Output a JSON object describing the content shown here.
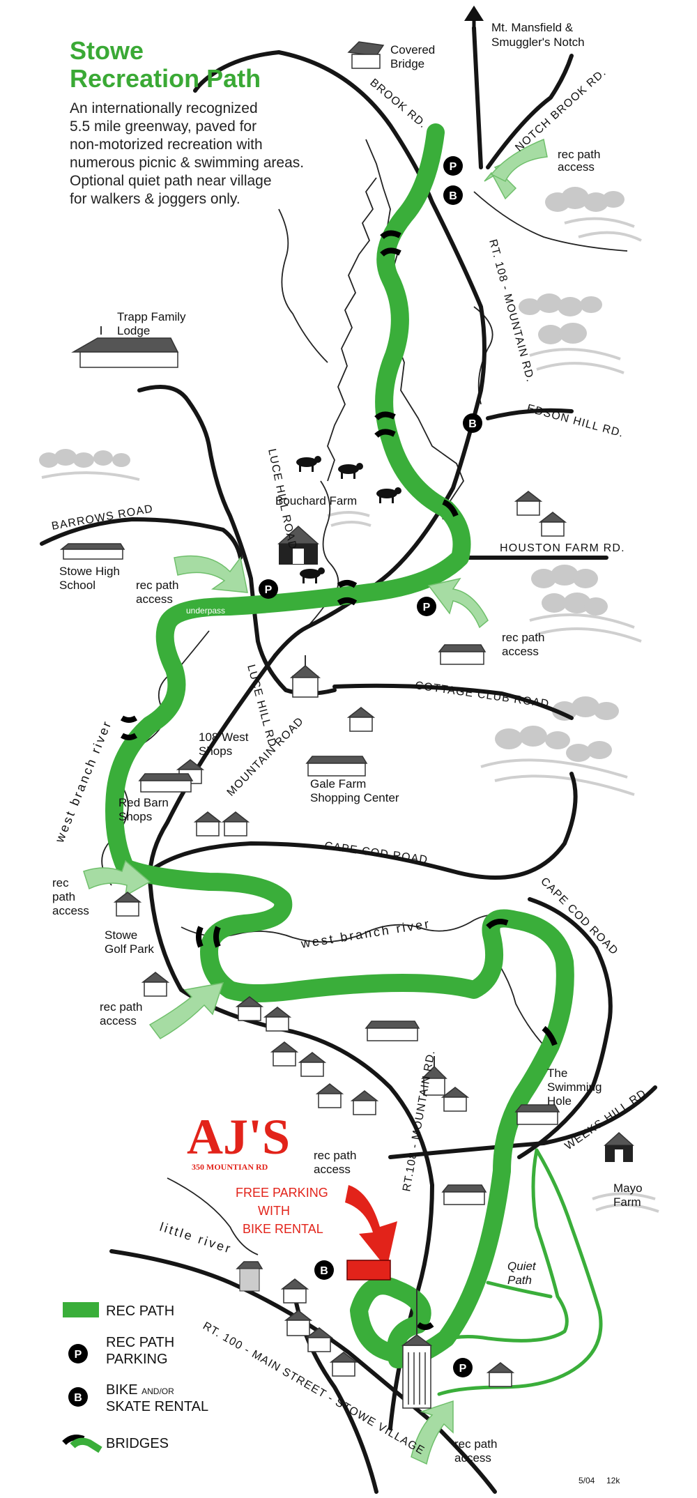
{
  "title": {
    "line1": "Stowe",
    "line2": "Recreation Path"
  },
  "intro": [
    "An internationally recognized",
    "5.5 mile greenway, paved for",
    "non-motorized recreation with",
    "numerous picnic & swimming areas.",
    "Optional quiet path near village",
    "for walkers & joggers only."
  ],
  "places": {
    "mt_mansfield": [
      "Mt. Mansfield &",
      "Smuggler's Notch"
    ],
    "covered_bridge": [
      "Covered",
      "Bridge"
    ],
    "trapp_lodge": [
      "Trapp Family",
      "Lodge"
    ],
    "bouchard_farm": "Bouchard Farm",
    "stowe_high_school": [
      "Stowe High",
      "School"
    ],
    "shops_108_west": [
      "108 West",
      "Shops"
    ],
    "red_barn_shops": [
      "Red Barn",
      "Shops"
    ],
    "gale_farm": [
      "Gale Farm",
      "Shopping Center"
    ],
    "stowe_golf_park": [
      "Stowe",
      "Golf Park"
    ],
    "swimming_hole": [
      "The",
      "Swimming",
      "Hole"
    ],
    "mayo_farm": [
      "Mayo",
      "Farm"
    ],
    "underpass": "underpass",
    "quiet_path": [
      "Quiet",
      "Path"
    ]
  },
  "roads": {
    "brook_rd": "BROOK RD.",
    "notch_brook_rd": "NOTCH BROOK RD.",
    "rt108_mountain_rd_north": "RT. 108 - MOUNTAIN RD.",
    "edson_hill_rd": "EDSON HILL RD.",
    "luce_hill_road": "LUCE HILL ROAD",
    "barrows_road": "BARROWS ROAD",
    "houston_farm_rd": "HOUSTON FARM RD.",
    "luce_hill_rd": "LUCE HILL RD",
    "cottage_club_road": "COTTAGE CLUB ROAD",
    "mountain_road": "MOUNTAIN ROAD",
    "cape_cod_road_1": "CAPE COD ROAD",
    "cape_cod_road_2": "CAPE COD ROAD",
    "rt108_mountain_rd_south": "RT.108 - MOUNTAIN RD.",
    "weeks_hill_rd": "WEEKS HILL RD.",
    "rt100_main_street": "RT. 100 - MAIN STREET - STOWE VILLAGE"
  },
  "rivers": {
    "west_branch_1": "west branch river",
    "west_branch_2": "west branch river",
    "little_river": "little river"
  },
  "access_label": {
    "rec_path_access": [
      "rec path",
      "access"
    ],
    "rec_path_access_3": [
      "rec",
      "path",
      "access"
    ]
  },
  "markers": {
    "parking": "P",
    "bike": "B"
  },
  "promo": {
    "name": "AJ'S",
    "address": "350 MOUNTIAN RD",
    "free_parking": [
      "FREE PARKING",
      "WITH",
      "BIKE RENTAL"
    ]
  },
  "legend": {
    "rec_path": "REC PATH",
    "rec_path_parking": [
      "REC PATH",
      "PARKING"
    ],
    "bike_rental_1": "BIKE ",
    "bike_rental_and_or": "AND/OR",
    "bike_rental_2": "SKATE RENTAL",
    "bridges": "BRIDGES"
  },
  "footer": {
    "date": "5/04",
    "size": "12k"
  },
  "colors": {
    "path_green": "#3aae3a",
    "title_green": "#3aa935",
    "access_green": "#a6dca3",
    "promo_red": "#e2231a"
  }
}
